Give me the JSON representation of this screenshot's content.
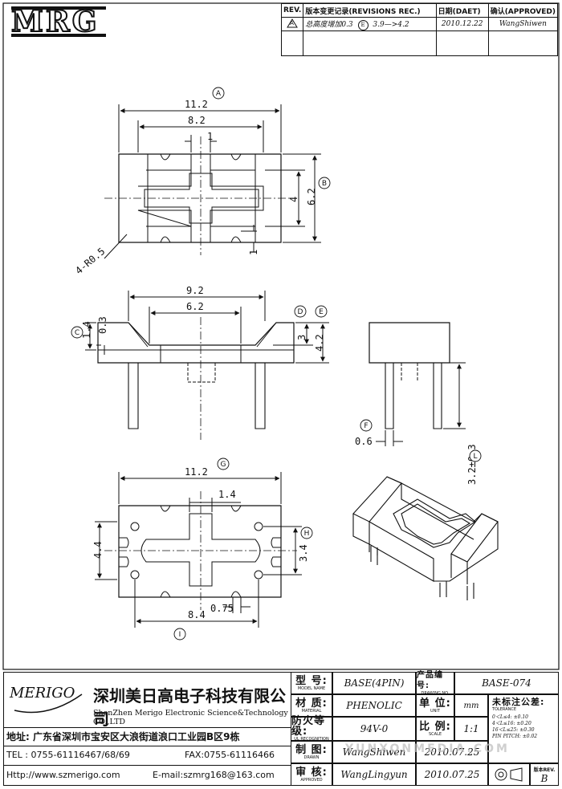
{
  "logo": {
    "text": "MRG"
  },
  "revisions": {
    "headers": [
      "REV.",
      "版本变更记录(REVISIONS REC.)",
      "日期(DAET)",
      "确认(APPROVED)"
    ],
    "rows": [
      {
        "rev": "A",
        "desc": "总高度增加0.3",
        "mark": "E",
        "change": "3.9—>4.2",
        "date": "2010.12.22",
        "approved": "WangShiwen"
      },
      {
        "rev": "",
        "desc": "",
        "mark": "",
        "change": "",
        "date": "",
        "approved": ""
      }
    ]
  },
  "top_view": {
    "dims": [
      "11.2",
      "8.2",
      "1",
      "4",
      "6.2",
      "1",
      "4-R0.5"
    ],
    "marks": [
      "A",
      "B"
    ]
  },
  "front_view": {
    "dims": [
      "9.2",
      "6.2",
      "1.4",
      "0.3",
      "3",
      "4.2"
    ],
    "marks": [
      "C",
      "D",
      "E"
    ]
  },
  "side_view": {
    "dims": [
      "0.6",
      "3.2±0.3"
    ],
    "marks": [
      "F",
      "L"
    ]
  },
  "bottom_view": {
    "dims": [
      "11.2",
      "1.4",
      "4.4",
      "3.4",
      "0.75",
      "8.4"
    ],
    "marks": [
      "G",
      "H",
      "I"
    ]
  },
  "title_block": {
    "logo_text": "MERIGO",
    "company_cn": "深圳美日高电子科技有限公司",
    "company_en": "ShenZhen Merigo Electronic Science&Technology CO.,LTD",
    "address": "地址: 广东省深圳市宝安区大浪街道浪口工业园B区9栋",
    "tel": "TEL : 0755-61116467/68/69",
    "fax": "FAX:0755-61116466",
    "http": "Http://www.szmerigo.com",
    "email": "E-mail:szmrg168@163.com",
    "model_label": "型 号:",
    "model_label_en": "MODEL NAME",
    "model_value": "BASE(4PIN)",
    "material_label": "材 质:",
    "material_label_en": "MATERIAL",
    "material_value": "PHENOLIC",
    "fire_label": "防火等级:",
    "fire_label_en": "UL RECOGNITION",
    "fire_value": "94V-0",
    "drawn_label": "制 图:",
    "drawn_label_en": "DRAWN",
    "drawn_value": "WangShiwen",
    "drawn_date": "2010.07.25",
    "approved_label": "审 核:",
    "approved_label_en": "APPROVED",
    "approved_value": "WangLingyun",
    "approved_date": "2010.07.25",
    "drawing_no_label": "产品编号:",
    "drawing_no_label_en": "DRAWING NO.",
    "drawing_no_value": "BASE-074",
    "unit_label": "单 位:",
    "unit_label_en": "UNIT",
    "unit_value": "mm",
    "scale_label": "比 例:",
    "scale_label_en": "SCALE",
    "scale_value": "1:1",
    "tolerance_label": "未标注公差:",
    "tolerance_label_en": "TOLERANCE",
    "tolerances": [
      "0＜L≤4: ±0.10",
      "4＜L≤16: ±0.20",
      "16＜L≤25: ±0.30",
      "PIN PITCH: ±0.02"
    ],
    "rev_label": "版本REV.",
    "rev_value": "B"
  },
  "watermark": "YUNXONMEDIA.COM"
}
